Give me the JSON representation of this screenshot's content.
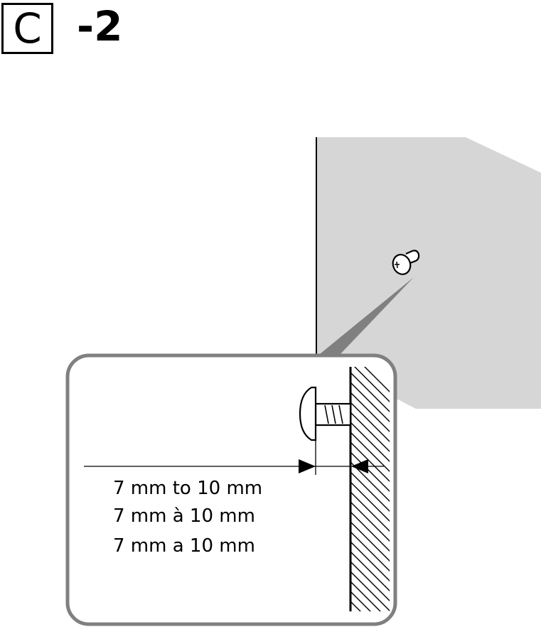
{
  "figure": {
    "label_letter": "C",
    "label_suffix": "-2"
  },
  "callout": {
    "dimension_lines": [
      "7 mm to 10 mm",
      "7 mm à 10 mm",
      "7 mm a 10 mm"
    ]
  },
  "colors": {
    "panel_gray": "#d6d6d6",
    "callout_border": "#808080",
    "pointer_gray": "#808080",
    "line": "#000000"
  },
  "icons": [
    "screw-icon",
    "dimension-arrow-icon",
    "hatched-wall-icon"
  ]
}
